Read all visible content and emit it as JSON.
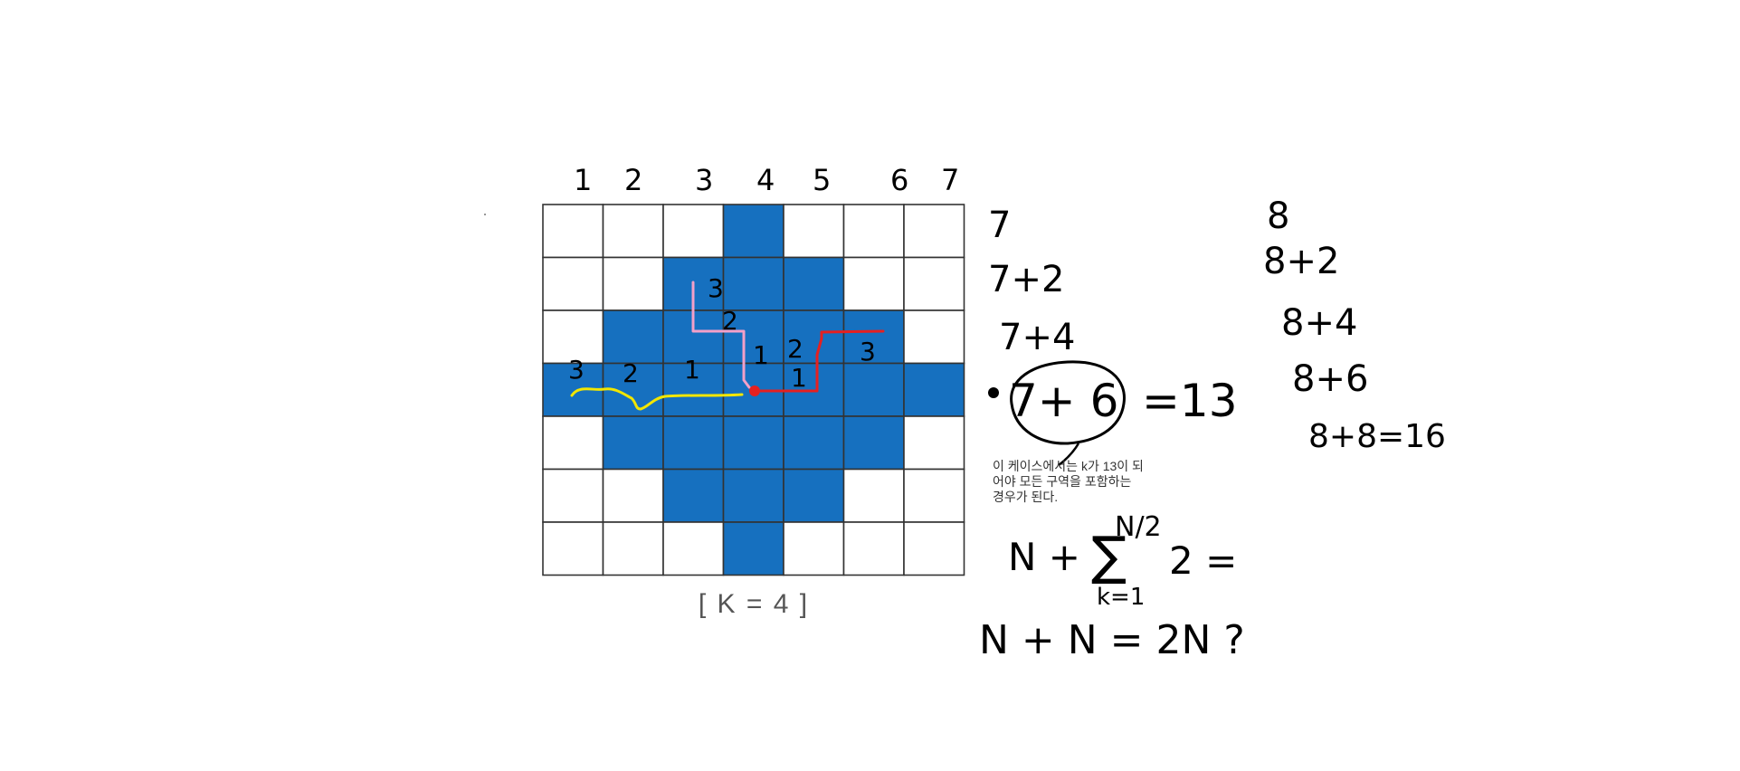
{
  "column_labels": [
    "1",
    "2",
    "3",
    "4",
    "5",
    "6",
    "7"
  ],
  "grid": {
    "rows": 7,
    "cols": 7,
    "fill_color": "#1670bf",
    "line_color": "#333333",
    "filled_cells": [
      [
        0,
        3
      ],
      [
        1,
        2
      ],
      [
        1,
        3
      ],
      [
        1,
        4
      ],
      [
        2,
        1
      ],
      [
        2,
        2
      ],
      [
        2,
        3
      ],
      [
        2,
        4
      ],
      [
        2,
        5
      ],
      [
        3,
        0
      ],
      [
        3,
        1
      ],
      [
        3,
        2
      ],
      [
        3,
        3
      ],
      [
        3,
        4
      ],
      [
        3,
        5
      ],
      [
        3,
        6
      ],
      [
        4,
        1
      ],
      [
        4,
        2
      ],
      [
        4,
        3
      ],
      [
        4,
        4
      ],
      [
        4,
        5
      ],
      [
        5,
        2
      ],
      [
        5,
        3
      ],
      [
        5,
        4
      ],
      [
        6,
        3
      ]
    ]
  },
  "caption": "[ K = 4 ]",
  "path_labels": {
    "yellow": [
      "3",
      "2",
      "1"
    ],
    "pink": [
      "3",
      "2",
      "1"
    ],
    "red": [
      "2",
      "1",
      "3"
    ]
  },
  "annotation_colors": {
    "yellow": "#f2e600",
    "pink": "#f2a0c8",
    "red": "#e52020"
  },
  "left_sequence": [
    "7",
    "7+2",
    "7+4",
    "7+ 6",
    "=13"
  ],
  "right_sequence": [
    "8",
    "8+2",
    "8+4",
    "8+6",
    "8+8=16"
  ],
  "note": "이 케이스에서는 k가 13이 되어야 모든 구역을 포함하는 경우가 된다.",
  "formula_1": {
    "lhs": "N +",
    "sigma": "∑",
    "upper": "N/2",
    "lower": "k=1",
    "term": "2 ="
  },
  "formula_2": "N + N = 2N ?"
}
